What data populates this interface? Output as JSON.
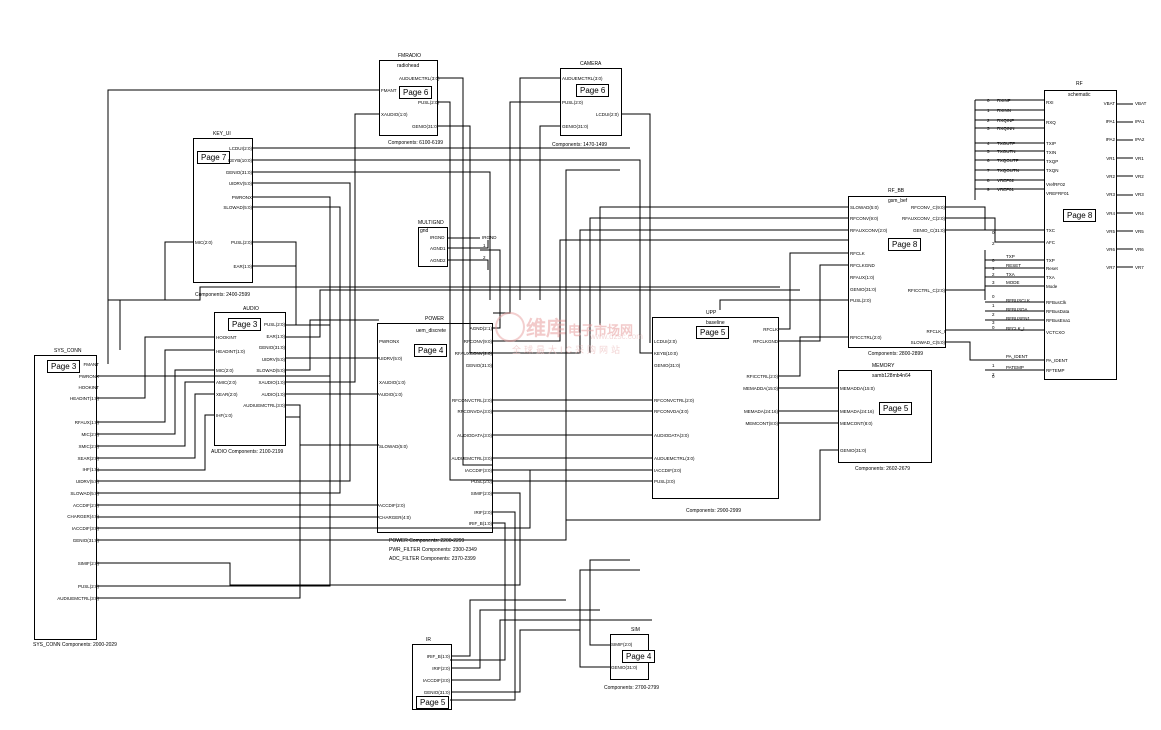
{
  "blocks": {
    "sys_conn": {
      "title": "SYS_CONN",
      "page": "Page 3",
      "component": "SYS_CONN Components: 2000-2029",
      "pins": [
        "FMANT",
        "PWRONX",
        "HOOKINT",
        "HEADINT(1:0)",
        "RFAUX(1:0)",
        "MIC(2:0)",
        "XMIC(2:0)",
        "XEAR(2:0)",
        "IHF(1:0)",
        "UIDRV(5:0)",
        "SLOWAD(5:0)",
        "ACCDIF(2:0)",
        "CHARGER(4:0)",
        "IACCDIF(3:0)",
        "GENIO(31:0)",
        "SIMIF(2:0)",
        "PUSL(2:0)",
        "AUDIUEMCTRL(3:0)"
      ]
    },
    "fmradio": {
      "title": "FMRADIO",
      "subtitle": "radiohead",
      "page": "Page 6",
      "component": "Components: 6100-6199",
      "pins_left": [
        "FMANT",
        "XAUDIO(1:0)"
      ],
      "pins_right": [
        "AUDUEMCTRL(3:0)",
        "PUSL(2:0)",
        "GENIO(31:0)"
      ]
    },
    "camera": {
      "title": "CAMERA",
      "page": "Page 6",
      "component": "Components: 1470-1499",
      "pins_left": [
        "AUDUEMCTRL(3:0)",
        "PUSL(2:0)",
        "GENIO(31:0)"
      ],
      "pins_right": [
        "LCDUI(2:0)"
      ]
    },
    "key_ui": {
      "title": "KEY_UI",
      "page": "Page 7",
      "component": "Components: 2400-2599",
      "pins_left": [
        "MIC(2:0)"
      ],
      "pins_right": [
        "LCDUI(2:0)",
        "KEYB(10:0)",
        "GENIO(31:0)",
        "UIDRV(5:0)",
        "PWRONX",
        "SLOWAD(5:0)",
        "PUSL(2:0)",
        "EAR(1:0)"
      ]
    },
    "multignd": {
      "title": "MULTIGND",
      "subtitle": "gnd",
      "pins_left": [
        "IRGND",
        "AGND1",
        "AGND2"
      ],
      "pins_right": [
        "IRGND"
      ],
      "nums": [
        "1",
        "2"
      ]
    },
    "audio": {
      "title": "AUDIO",
      "page": "Page 3",
      "component": "AUDIO Components: 2100-2199",
      "pins_left": [
        "HOOKINT",
        "HEADINT(1:0)",
        "MIC(2:0)",
        "AMIC(2:0)",
        "XEAR(2:0)",
        "IHF(1:0)"
      ],
      "pins_right": [
        "PUSL(2:0)",
        "EAR(1:0)",
        "GENIO(31:0)",
        "UIDRV(5:0)",
        "SLOWAD(5:0)",
        "XAUDIO(1:0)",
        "AUDIO(1:0)",
        "AUDIUEMCTRL(3:0)"
      ]
    },
    "power": {
      "title": "POWER",
      "subtitle": "uem_discrete",
      "page": "Page 4",
      "components": [
        "POWER Components: 2200-2299",
        "PWR_FILTER Components: 2300-2349",
        "ADC_FILTER Components: 2370-2399"
      ],
      "pins_left": [
        "PWRONX",
        "UIDRV(5:0)",
        "XAUDIO(1:0)",
        "AUDIO(1:0)",
        "SLOWAD(5:0)",
        "ACCDIF(2:0)",
        "CHARGER(4:0)"
      ],
      "pins_right": [
        "AGND(2:1)",
        "RFCONV(9:0)",
        "RFAUXCONV(2:0)",
        "GENIO(31:0)",
        "RFCONVCTRL(2:0)",
        "RFCONVDA(3:0)",
        "AUDIODATA(3:0)",
        "AUDUEMCTRL(3:0)",
        "IACCDIF(3:0)",
        "PUSL(2:0)",
        "SIMIF(2:0)",
        "IRIF(2:0)",
        "IRIF_B(1:0)"
      ]
    },
    "upp": {
      "title": "UPP",
      "subtitle": "baseline",
      "page": "Page 5",
      "component": "Components: 2900-2999",
      "pins_left": [
        "LCDUI(2:0)",
        "KEYB(10:0)",
        "GENIO(31:0)",
        "RFCONVCTRL(2:0)",
        "RFCONVDA(3:0)",
        "AUDIODATA(3:0)",
        "AUDUEMCTRL(3:0)",
        "IACCDIF(3:0)",
        "PUSL(3:0)"
      ],
      "pins_right": [
        "RFCLK",
        "RFCLKGND",
        "RFICCTRL(2:0)",
        "MEMADDA(15:0)",
        "MEMADA(24:16)",
        "MEMCONT(8:0)"
      ]
    },
    "memory": {
      "title": "MEMORY",
      "subtitle": "samb128mb4n64",
      "page": "Page 5",
      "component": "Components: 2602-2679",
      "pins_left": [
        "MEMADDA(15:0)",
        "MEMADA(24:16)",
        "MEMCONT(8:0)",
        "GENIO(31:0)"
      ]
    },
    "rf_bb": {
      "title": "RF_BB",
      "subtitle": "gsm_bef",
      "page": "Page 8",
      "component": "Components: 2800-2899",
      "pins_left": [
        "SLOWAD(5:0)",
        "RFCONV(9:0)",
        "RFAUXCONV(2:0)",
        "RFCLK",
        "RFCLKGND",
        "RFAUX(1:0)",
        "GENIO(31:0)",
        "PUSL(2:0)",
        "RFICCTRL(2:0)"
      ],
      "pins_right": [
        "RFCONV_C(9:0)",
        "RFAUXCONV_C(2:0)",
        "GENIO_C(31:0)",
        "RFICCTRL_C(2:0)",
        "RFCLK_I",
        "SLOWAD_C(5:0)"
      ]
    },
    "rf": {
      "title": "RF",
      "subtitle": "schematic",
      "page": "Page 8",
      "pins_left": [
        "RXI",
        "RXQ",
        "TXIP",
        "TXIN",
        "TXQP",
        "TXQN",
        "VrefRF02",
        "VREFRF01",
        "TXC",
        "AFC",
        "TXP",
        "Reset",
        "TXA",
        "Mode",
        "RFBusClk",
        "RFBusData",
        "RFBusEna1",
        "VCTCXO",
        "PA_IDENT",
        "RFTEMP"
      ],
      "pins_right": [
        "VBAT",
        "IPA1",
        "IPA2",
        "VR1",
        "VR2",
        "VR3",
        "VR4",
        "VR5",
        "VR6",
        "VR7"
      ],
      "ext_left": [
        "RXINP",
        "RXINN",
        "RXQINP",
        "RXQINN",
        "TXOUTP",
        "TXOUTN",
        "TXQOUTP",
        "TXQOUTN",
        "VREF02",
        "VREF01"
      ],
      "ext_nums": [
        "0",
        "1",
        "2",
        "3",
        "4",
        "5",
        "6",
        "7",
        "8",
        "9"
      ],
      "ext_right": [
        "VBAT",
        "IPA1",
        "IPA2",
        "VR1",
        "VR2",
        "VR3",
        "VR4",
        "VR5",
        "VR6",
        "VR7"
      ],
      "mid_nets": [
        "TXP",
        "RESET",
        "TXA",
        "MODE",
        "RFBUSCLK",
        "RFBUSDA",
        "RFBUSEN1",
        "RFCLK_I",
        "PA_IDENT",
        "PATEMP"
      ],
      "mid_nums": [
        "0",
        "2",
        "0",
        "1",
        "2",
        "3",
        "0",
        "1",
        "2",
        "3",
        "0",
        "1",
        "2",
        "0"
      ]
    },
    "ir": {
      "title": "IR",
      "page": "Page 5",
      "pins": [
        "IRIF_B(1:0)",
        "IRIF(2:0)",
        "IACCDIF(3:0)",
        "GENIO(31:0)"
      ]
    },
    "sim": {
      "title": "SIM",
      "page": "Page 4",
      "component": "Components: 2700-2799",
      "pins": [
        "SIMIF(2:0)",
        "GENIO(31:0)"
      ]
    }
  },
  "watermark": {
    "brand": "维库",
    "name": "电子市场网",
    "url": "www.dzsc.com",
    "slogan": "全球最大IC采购网站"
  }
}
